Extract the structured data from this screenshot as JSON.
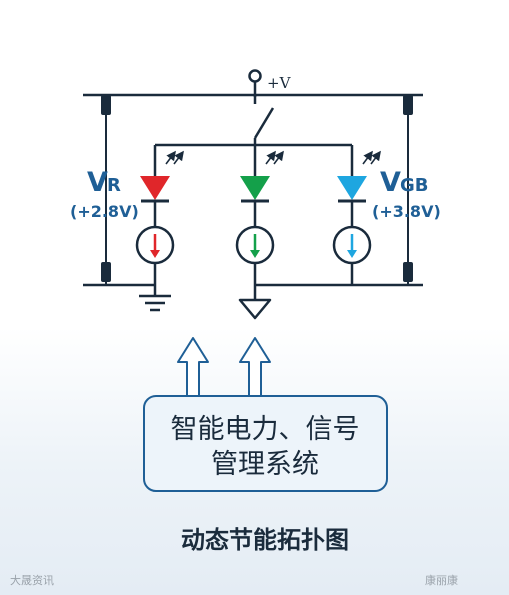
{
  "supply_label": "+V",
  "left_label": {
    "main": "V",
    "sub": "R",
    "voltage": "(+2.8V)"
  },
  "right_label": {
    "main": "V",
    "sub": "GB",
    "voltage": "(+3.8V)"
  },
  "led_colors": {
    "red": "#e0262a",
    "green": "#14a04a",
    "blue": "#1ea6e0"
  },
  "box_text": {
    "line1": "智能电力、信号",
    "line2": "管理系统"
  },
  "caption": "动态节能拓扑图",
  "watermark_left": "大晟资讯",
  "watermark_right": "康丽康"
}
